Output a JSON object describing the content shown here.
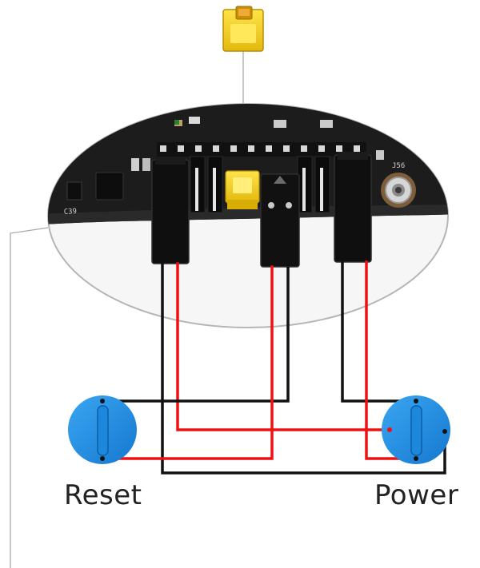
{
  "labels": {
    "reset": "Reset",
    "power": "Power"
  },
  "board_silkscreen": {
    "left_bottom": "C39",
    "right_top": "J56"
  },
  "colors": {
    "wire_black": "#111111",
    "wire_red": "#ee1111",
    "button_blue": "#1e90e6",
    "jumper_yellow": "#f4d21c",
    "pcb": "#1c1c1c"
  }
}
